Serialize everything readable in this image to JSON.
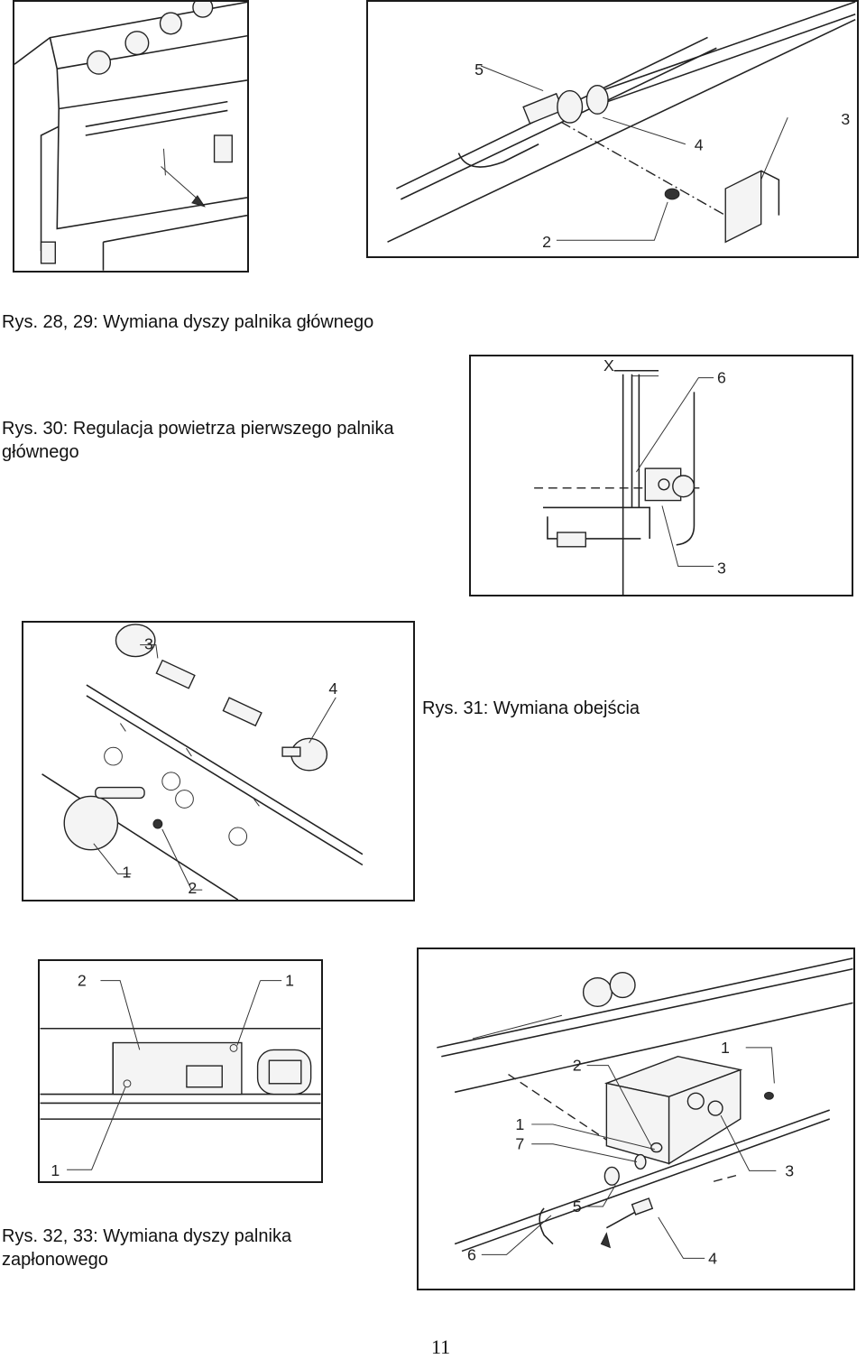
{
  "captions": {
    "fig28_29": "Rys. 28, 29: Wymiana dyszy palnika głównego",
    "fig30": "Rys. 30: Regulacja powietrza pierwszego palnika\ngłównego",
    "fig31": "Rys. 31: Wymiana obejścia",
    "fig32_33": "Rys. 32, 33: Wymiana dyszy palnika\nzapłonowego"
  },
  "figures": {
    "fig29": {
      "callouts": [
        "5",
        "4",
        "3",
        "2"
      ]
    },
    "fig30": {
      "callouts": [
        "X",
        "6",
        "3"
      ]
    },
    "fig31": {
      "callouts": [
        "3",
        "4",
        "1",
        "2"
      ]
    },
    "fig32": {
      "callouts": [
        "2",
        "1",
        "1"
      ]
    },
    "fig33": {
      "callouts": [
        "1",
        "2",
        "1",
        "7",
        "3",
        "5",
        "6",
        "4"
      ]
    }
  },
  "page_number": "11"
}
